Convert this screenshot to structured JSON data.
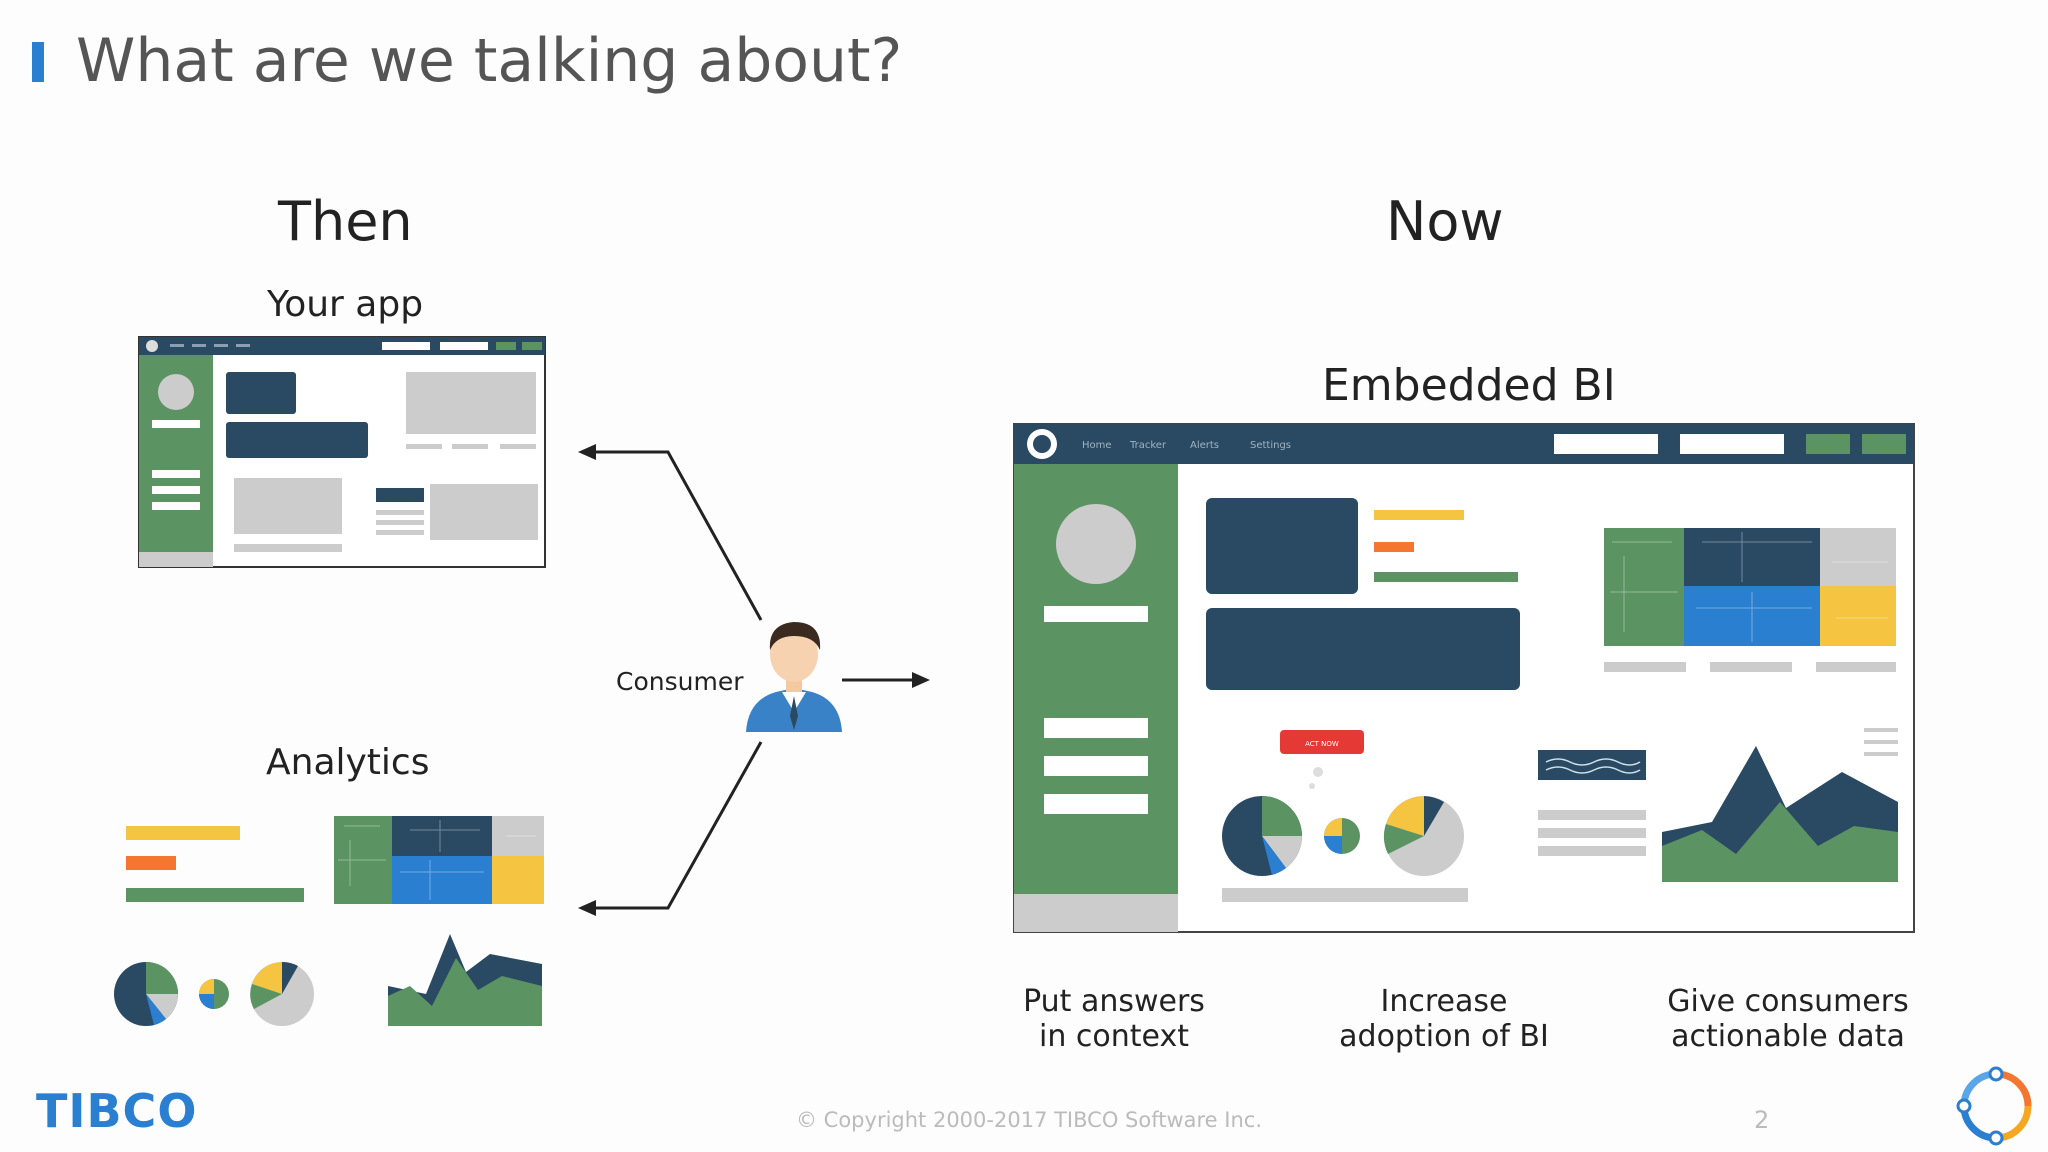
{
  "slide": {
    "title": "What are we talking about?",
    "then_heading": "Then",
    "now_heading": "Now",
    "your_app_label": "Your app",
    "analytics_label": "Analytics",
    "embedded_bi_label": "Embedded BI",
    "consumer_label": "Consumer",
    "benefits": [
      {
        "text": "Put answers\nin context"
      },
      {
        "text": "Increase\nadoption of BI"
      },
      {
        "text": "Give consumers\nactionable data"
      }
    ],
    "copyright": "© Copyright 2000-2017 TIBCO Software Inc.",
    "page_number": "2",
    "logo": "TIBCO",
    "mock_nav_items": [
      "Home",
      "Tracker",
      "Alerts",
      "Settings"
    ],
    "mock_button_label": "ACT NOW"
  },
  "colors": {
    "accent_blue": "#2a7fd1",
    "navy": "#2a4a63",
    "green": "#5b9462",
    "orange": "#f5762f",
    "yellow": "#f5c542",
    "gray": "#cccccc"
  },
  "icons": [
    "person-icon",
    "arrow-left-icon",
    "arrow-right-icon",
    "tibco-logo",
    "tibco-circle-icon"
  ]
}
